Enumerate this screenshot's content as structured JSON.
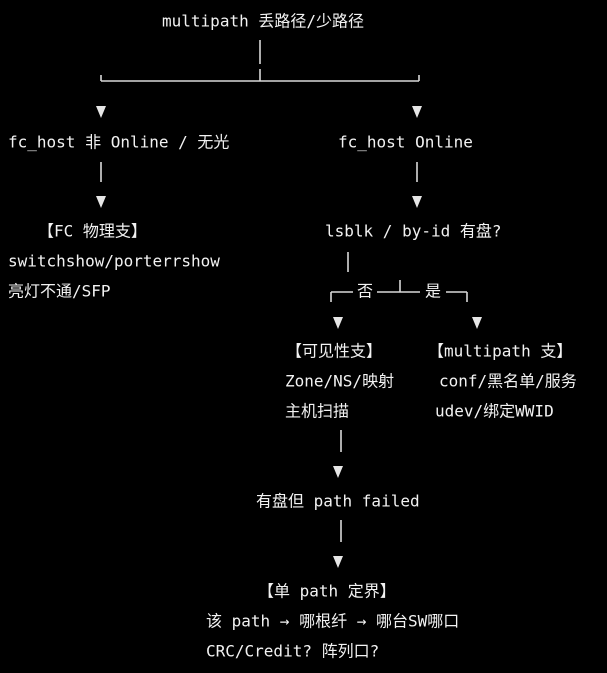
{
  "diagram": {
    "root": "multipath 丢路径/少路径",
    "branch_offline": "fc_host 非 Online / 无光",
    "branch_online": "fc_host Online",
    "fc_title": "【FC 物理支】",
    "fc_line1": "switchshow/porterrshow",
    "fc_line2": "亮灯不通/SFP",
    "disk_question": "lsblk / by-id 有盘?",
    "label_no": "否",
    "label_yes": "是",
    "visibility_title": "【可见性支】",
    "visibility_line1": "Zone/NS/映射",
    "visibility_line2": "主机扫描",
    "multipath_title": "【multipath 支】",
    "multipath_line1": "conf/黑名单/服务",
    "multipath_line2": "udev/绑定WWID",
    "path_failed": "有盘但 path failed",
    "single_title": "【单 path 定界】",
    "single_line1": "该 path → 哪根纤 → 哪台SW哪口",
    "single_line2": "CRC/Credit? 阵列口?"
  },
  "colors": {
    "background": "#000000",
    "text": "#f2f2f2",
    "connector": "#d9d9d9"
  }
}
